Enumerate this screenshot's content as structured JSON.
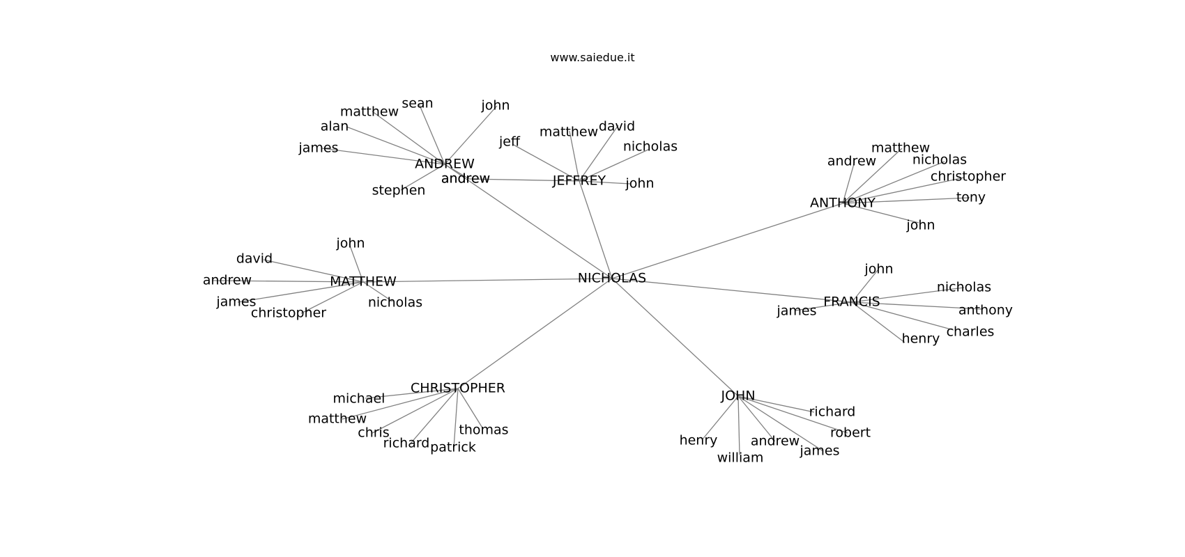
{
  "header": {
    "title": "www.saiedue.it"
  },
  "graph": {
    "center": "NICHOLAS",
    "edge_color": "#808080",
    "hubs": [
      {
        "name": "ANDREW",
        "children": [
          "john",
          "sean",
          "matthew",
          "alan",
          "james",
          "stephen",
          "andrew"
        ]
      },
      {
        "name": "JEFFREY",
        "children": [
          "jeff",
          "matthew",
          "david",
          "nicholas",
          "john",
          "andrew"
        ]
      },
      {
        "name": "ANTHONY",
        "children": [
          "andrew",
          "matthew",
          "nicholas",
          "christopher",
          "tony",
          "john"
        ]
      },
      {
        "name": "MATTHEW",
        "children": [
          "john",
          "david",
          "andrew",
          "james",
          "christopher",
          "nicholas"
        ]
      },
      {
        "name": "FRANCIS",
        "children": [
          "john",
          "nicholas",
          "anthony",
          "charles",
          "henry",
          "james"
        ]
      },
      {
        "name": "CHRISTOPHER",
        "children": [
          "michael",
          "matthew",
          "chris",
          "richard",
          "patrick",
          "thomas"
        ]
      },
      {
        "name": "JOHN",
        "children": [
          "richard",
          "robert",
          "james",
          "andrew",
          "william",
          "henry"
        ]
      }
    ]
  }
}
